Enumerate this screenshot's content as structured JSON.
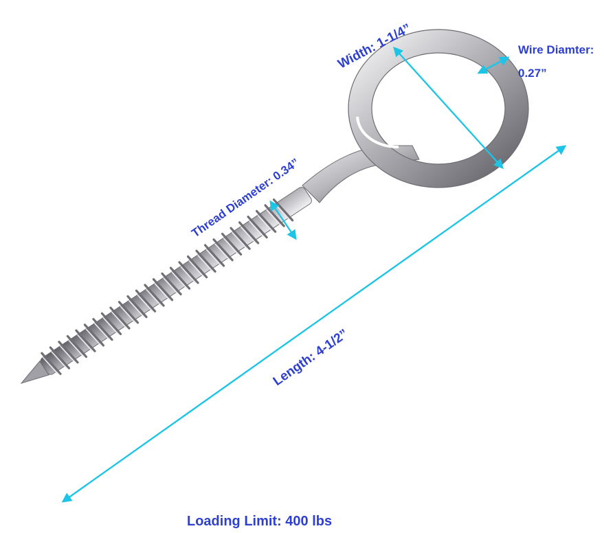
{
  "image": {
    "subject": "stainless-steel-eye-screw",
    "colors": {
      "label_text": "#2c3fd1",
      "dimension_arrow": "#1ec4e6",
      "metal_light": "#e6e6e8",
      "metal_mid": "#a9a9ae",
      "metal_dark": "#5c5c62",
      "background": "#ffffff"
    }
  },
  "labels": {
    "width": "Width: 1-1/4”",
    "wire_diameter_title": "Wire Diamter:",
    "wire_diameter_value": "0.27”",
    "thread_diameter": "Thread Diameter: 0.34”",
    "length": "Length: 4-1/2”",
    "loading_limit": "Loading Limit: 400 lbs"
  }
}
